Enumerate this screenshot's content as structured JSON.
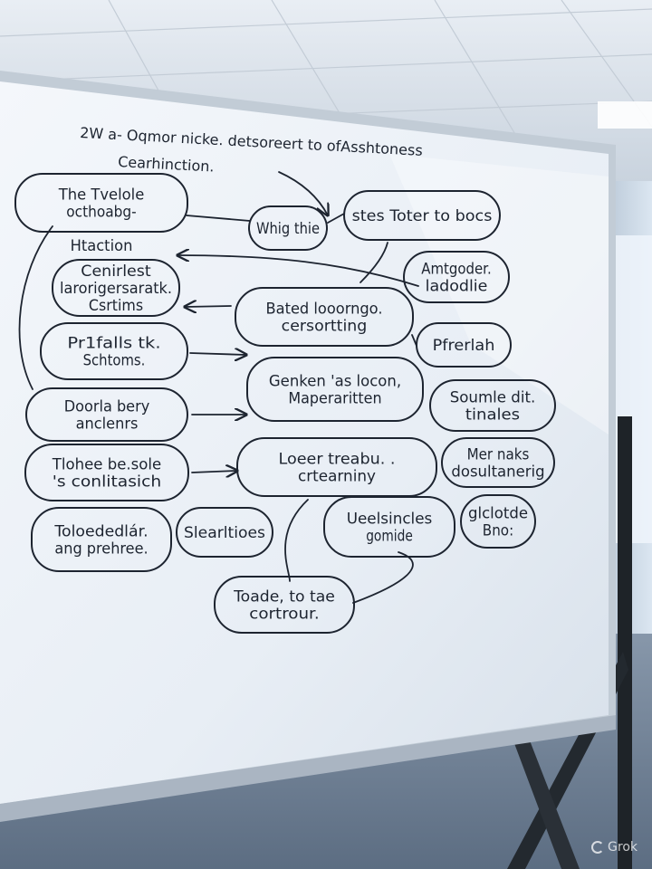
{
  "whiteboard": {
    "title_line1": "2W a- Oqmor nicke. detsoreert to ofAsshtoness",
    "title_line2": "Cearhinction.",
    "nodes": [
      {
        "id": "n1",
        "lines": [
          "The Tvelole",
          "octhoabg-"
        ]
      },
      {
        "id": "n2",
        "lines": [
          "Whig thie"
        ]
      },
      {
        "id": "n3",
        "lines": [
          "stes Toter to bocs"
        ]
      },
      {
        "id": "n4",
        "lines": [
          "Htaction"
        ]
      },
      {
        "id": "n5",
        "lines": [
          "Cenirlest",
          "larorigersaratk.",
          "Csrtims"
        ]
      },
      {
        "id": "n6",
        "lines": [
          "Amtgoder.",
          "ladodlie"
        ]
      },
      {
        "id": "n7",
        "lines": [
          "Bated looorngo.",
          "cersortting"
        ]
      },
      {
        "id": "n8",
        "lines": [
          "Pr1falls tk.",
          "Schtoms."
        ]
      },
      {
        "id": "n9",
        "lines": [
          "Pfrerlah"
        ]
      },
      {
        "id": "n10",
        "lines": [
          "Genken 'as locon,",
          "Maperaritten"
        ]
      },
      {
        "id": "n11",
        "lines": [
          "Soumle dit.",
          "tinales"
        ]
      },
      {
        "id": "n12",
        "lines": [
          "Doorla bery",
          "anclenrs"
        ]
      },
      {
        "id": "n13",
        "lines": [
          "Mer naks",
          "dosultanerig"
        ]
      },
      {
        "id": "n14",
        "lines": [
          "Tlohee be.sole",
          "'s conlitasich"
        ]
      },
      {
        "id": "n15",
        "lines": [
          "Loeer treabu. .",
          "crtearniny"
        ]
      },
      {
        "id": "n16",
        "lines": [
          "Toloededlár.",
          "ang prehree."
        ]
      },
      {
        "id": "n17",
        "lines": [
          "Slearltioes"
        ]
      },
      {
        "id": "n18",
        "lines": [
          "Ueelsincles",
          "gomide"
        ]
      },
      {
        "id": "n19",
        "lines": [
          "glclotde",
          "Bno:"
        ]
      },
      {
        "id": "n20",
        "lines": [
          "Toade, to tae",
          "cortrour."
        ]
      }
    ]
  },
  "watermark": {
    "label": "Grok",
    "icon": "grok-logo-icon"
  },
  "colors": {
    "ink": "#1d2430",
    "board": "#eef3f8",
    "frame": "#c2ccd6",
    "ceiling": "#dfe6ee",
    "floor": "#6f8196"
  }
}
